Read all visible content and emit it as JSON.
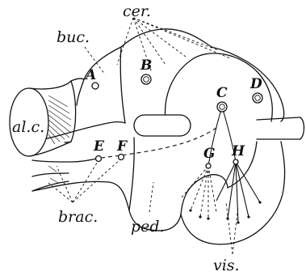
{
  "labels": {
    "cer": "cer.",
    "buc": "buc.",
    "alc": "al.c.",
    "brac": "brac.",
    "ped": "ped.",
    "vis": "vis."
  },
  "ganglia": {
    "A": "A",
    "B": "B",
    "C": "C",
    "D": "D",
    "E": "E",
    "F": "F",
    "G": "G",
    "H": "H"
  }
}
